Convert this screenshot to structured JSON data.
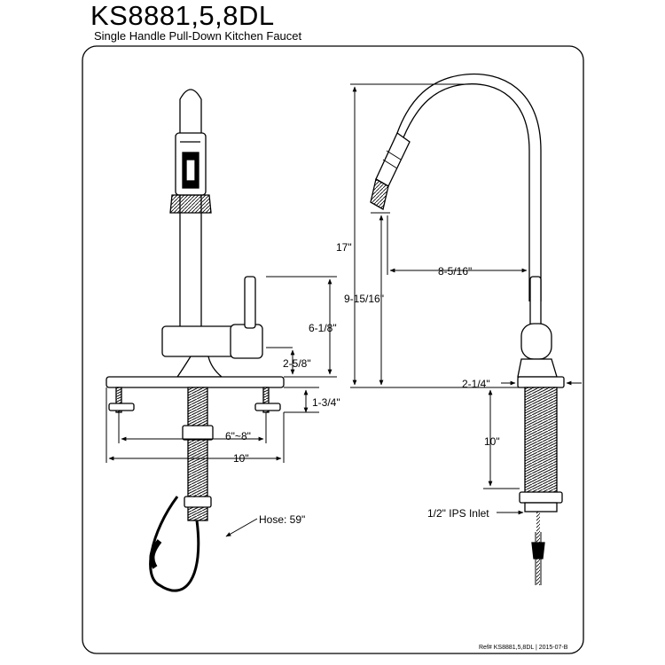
{
  "header": {
    "title": "KS8881,5,8DL",
    "subtitle": "Single Handle Pull-Down Kitchen Faucet"
  },
  "dimensions": {
    "overall_height": "17\"",
    "spout_height": "9-15/16\"",
    "spout_reach": "8-5/16\"",
    "handle_height": "6-1/8\"",
    "base_to_handle": "2-5/8\"",
    "max_deck_thickness": "1-3/4\"",
    "base_diameter": "2-1/4\"",
    "center_spread": "6\"~8\"",
    "deck_plate_width": "10\"",
    "shank_length": "10\"",
    "inlet": "1/2\" IPS Inlet",
    "hose": "Hose: 59\""
  },
  "footer": {
    "reference": "Ref# KS8881,5,8DL | 2015-07-B"
  },
  "colors": {
    "line": "#000000",
    "background": "#ffffff"
  }
}
